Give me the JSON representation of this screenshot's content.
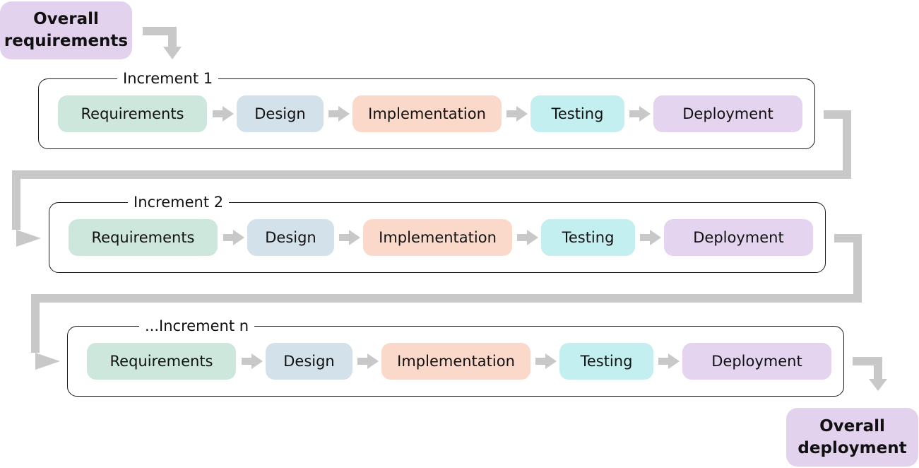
{
  "start": {
    "label": "Overall\nrequirements"
  },
  "end": {
    "label": "Overall\ndeployment"
  },
  "increments": [
    {
      "label": "Increment 1",
      "phases": [
        "Requirements",
        "Design",
        "Implementation",
        "Testing",
        "Deployment"
      ]
    },
    {
      "label": "Increment 2",
      "phases": [
        "Requirements",
        "Design",
        "Implementation",
        "Testing",
        "Deployment"
      ]
    },
    {
      "label": "...Increment n",
      "phases": [
        "Requirements",
        "Design",
        "Implementation",
        "Testing",
        "Deployment"
      ]
    }
  ],
  "colors": {
    "connector": "#c8c8c8",
    "requirements": "#cde7dd",
    "design": "#d3e2ea",
    "implementation": "#fbd9ca",
    "testing": "#c3eff1",
    "deployment": "#e4d4ef",
    "terminal": "#e3d2ee",
    "border": "#1a1a1a"
  }
}
